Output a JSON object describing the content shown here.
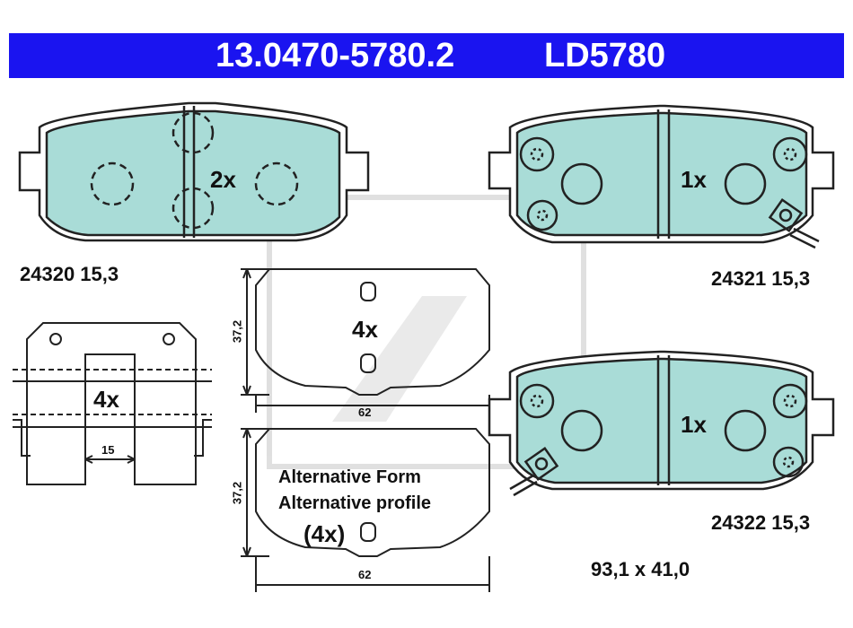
{
  "header": {
    "part_number": "13.0470-5780.2",
    "ld_code": "LD5780"
  },
  "pads": {
    "pad_1": {
      "quantity": "2x",
      "code": "24320 15,3"
    },
    "pad_2": {
      "quantity": "1x",
      "code": "24321 15,3"
    },
    "pad_3": {
      "quantity": "1x",
      "code": "24322 15,3"
    }
  },
  "clip": {
    "quantity": "4x",
    "dimension": "15"
  },
  "shim_top": {
    "quantity": "4x",
    "height_dim": "37,2",
    "width_dim": "62"
  },
  "shim_bottom": {
    "alt_line_1": "Alternative Form",
    "alt_line_2": "Alternative profile",
    "quantity": "(4x)",
    "height_dim": "37,2",
    "width_dim": "62"
  },
  "dimensions": {
    "pad_size": "93,1 x 41,0"
  },
  "colors": {
    "header_bg": "#1a14f0",
    "pad_fill": "#a9dcd7",
    "line": "#222222"
  }
}
